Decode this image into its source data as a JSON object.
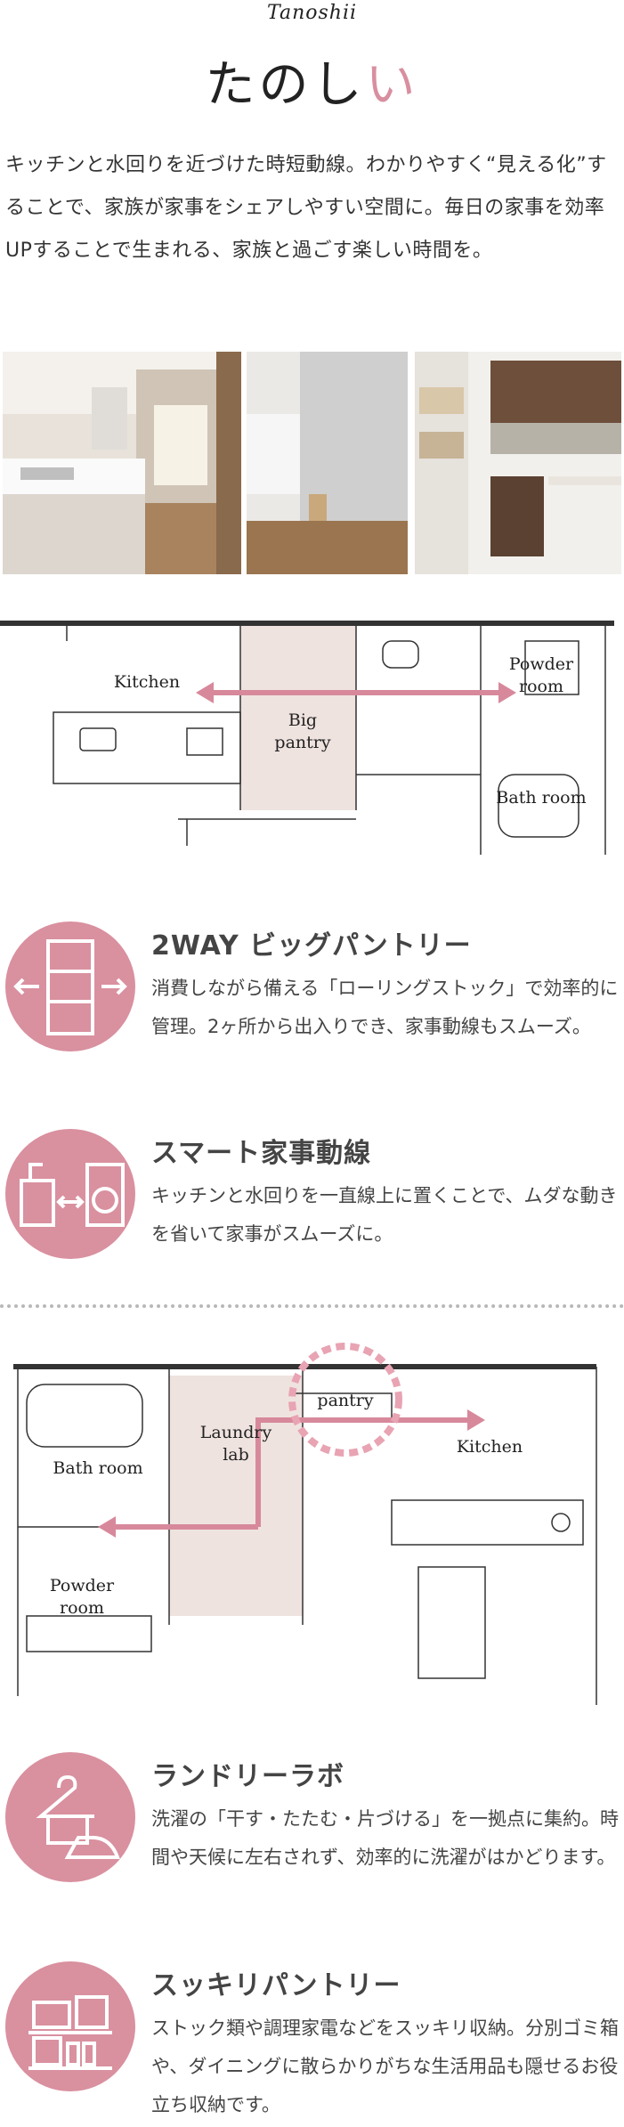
{
  "header": {
    "script_title": "Tanoshii",
    "title_main": "たのし",
    "title_accent": "い"
  },
  "intro": "キッチンと水回りを近づけた時短動線。わかりやすく“見える化”することで、家族が家事をシェアしやすい空間に。毎日の家事を効率UPすることで生まれる、家族と過ごす楽しい時間を。",
  "plan1": {
    "kitchen": "Kitchen",
    "big_pantry_1": "Big",
    "big_pantry_2": "pantry",
    "powder_1": "Powder",
    "powder_2": "room",
    "bath": "Bath room"
  },
  "plan2": {
    "pantry": "pantry",
    "laundry_1": "Laundry",
    "laundry_2": "lab",
    "kitchen": "Kitchen",
    "bath": "Bath room",
    "powder_1": "Powder",
    "powder_2": "room"
  },
  "features": [
    {
      "title": "2WAY ビッグパントリー",
      "body": "消費しながら備える「ローリングストック」で効率的に管理。2ヶ所から出入りでき、家事動線もスムーズ。",
      "icon": "pantry-shelf-icon"
    },
    {
      "title": "スマート家事動線",
      "body": "キッチンと水回りを一直線上に置くことで、ムダな動きを省いて家事がスムーズに。",
      "icon": "sink-washer-icon"
    },
    {
      "title": "ランドリーラボ",
      "body": "洗濯の「干す・たたむ・片づける」を一拠点に集約。時間や天候に左右されず、効率的に洗濯がはかどります。",
      "icon": "hanger-iron-icon"
    },
    {
      "title": "スッキリパントリー",
      "body": "ストック類や調理家電などをスッキリ収納。分別ゴミ箱や、ダイニングに散らかりがちな生活用品も隠せるお役立ち収納です。",
      "icon": "storage-bins-icon"
    }
  ],
  "colors": {
    "accent": "#d9909f",
    "arrow": "#d7899b",
    "pantry_fill": "#efe3df"
  }
}
